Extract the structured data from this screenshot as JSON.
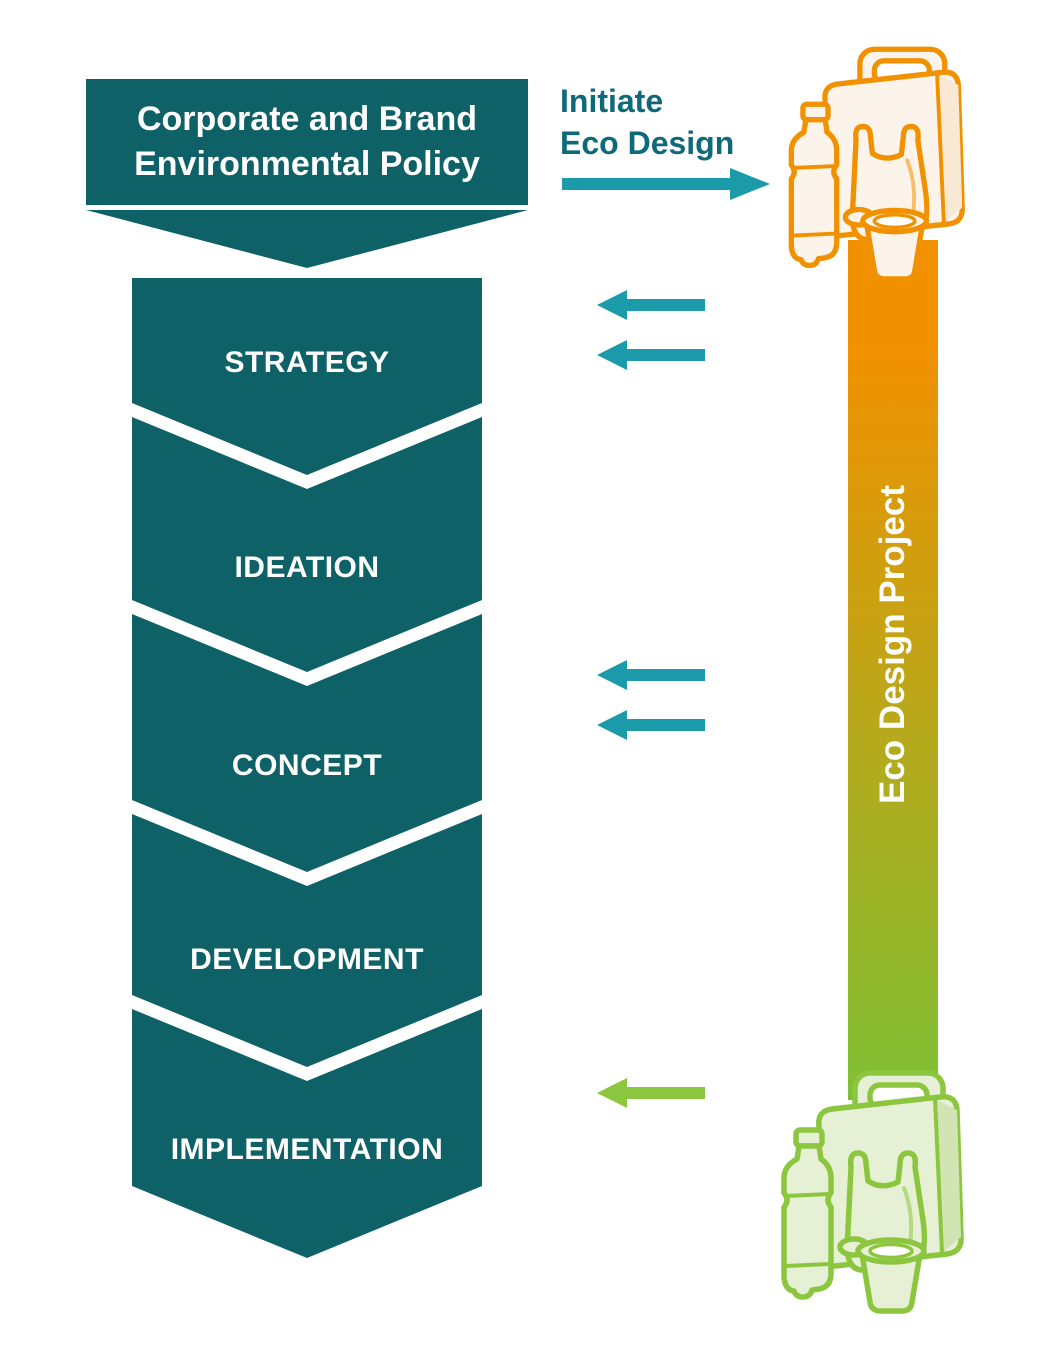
{
  "palette": {
    "teal_dark": "#0E6166",
    "teal_arrow": "#1B9AAA",
    "teal_heading": "#0E6979",
    "orange": "#F29100",
    "green": "#8CC63F"
  },
  "banner": {
    "title": "Corporate and Brand Environmental Policy"
  },
  "initiate": {
    "line1": "Initiate",
    "line2": "Eco Design"
  },
  "stages": [
    {
      "label": "STRATEGY"
    },
    {
      "label": "IDEATION"
    },
    {
      "label": "CONCEPT"
    },
    {
      "label": "DEVELOPMENT"
    },
    {
      "label": "IMPLEMENTATION"
    }
  ],
  "project_bar": {
    "label": "Eco Design Project",
    "gradient_top": "#F29100",
    "gradient_bottom": "#7FC035"
  },
  "arrows": {
    "initiate": {
      "direction": "right",
      "color": "#1B9AAA"
    },
    "feedback": [
      {
        "direction": "left",
        "color": "#1B9AAA",
        "position": "strategy-top"
      },
      {
        "direction": "left",
        "color": "#1B9AAA",
        "position": "strategy"
      },
      {
        "direction": "left",
        "color": "#1B9AAA",
        "position": "concept-top"
      },
      {
        "direction": "left",
        "color": "#1B9AAA",
        "position": "concept"
      },
      {
        "direction": "left",
        "color": "#8CC63F",
        "position": "implementation-top"
      }
    ]
  },
  "illustrations": {
    "top": {
      "name": "disposable-packaging-orange",
      "items": [
        "carrier-box",
        "plastic-bag",
        "bottle",
        "cup"
      ]
    },
    "bottom": {
      "name": "disposable-packaging-green",
      "items": [
        "carrier-box",
        "plastic-bag",
        "bottle",
        "cup"
      ]
    }
  }
}
